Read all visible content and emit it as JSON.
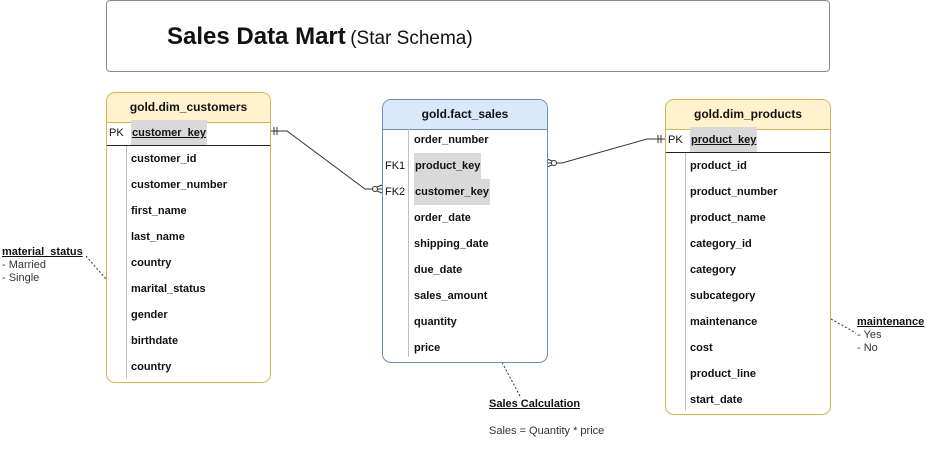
{
  "title": {
    "main": "Sales Data Mart",
    "sub": "(Star Schema)"
  },
  "tables": {
    "dim_customers": {
      "name": "gold.dim_customers",
      "pk_label": "PK",
      "pk_field": "customer_key",
      "fields": [
        "customer_id",
        "customer_number",
        "first_name",
        "last_name",
        "country",
        "marital_status",
        "gender",
        "birthdate",
        "country"
      ]
    },
    "fact_sales": {
      "name": "gold.fact_sales",
      "rows": [
        {
          "key": "",
          "field": "order_number"
        },
        {
          "key": "FK1",
          "field": "product_key"
        },
        {
          "key": "FK2",
          "field": "customer_key"
        },
        {
          "key": "",
          "field": "order_date"
        },
        {
          "key": "",
          "field": "shipping_date"
        },
        {
          "key": "",
          "field": "due_date"
        },
        {
          "key": "",
          "field": "sales_amount"
        },
        {
          "key": "",
          "field": "quantity"
        },
        {
          "key": "",
          "field": "price"
        }
      ]
    },
    "dim_products": {
      "name": "gold.dim_products",
      "pk_label": "PK",
      "pk_field": "product_key",
      "fields": [
        "product_id",
        "product_number",
        "product_name",
        "category_id",
        "category",
        "subcategory",
        "maintenance",
        "cost",
        "product_line",
        "start_date"
      ]
    }
  },
  "notes": {
    "material_status": {
      "title": "material_status",
      "items": [
        "- Married",
        "- Single"
      ]
    },
    "maintenance": {
      "title": "maintenance",
      "items": [
        "- Yes",
        "-  No"
      ]
    },
    "sales_calc": {
      "title": "Sales Calculation",
      "formula": "Sales = Quantity * price"
    }
  },
  "colors": {
    "dim_header": "#fff2cc",
    "dim_border": "#d7b15a",
    "fact_header": "#dae8fc",
    "fact_border": "#6c8ebf",
    "key_highlight": "#d9d9d9"
  }
}
